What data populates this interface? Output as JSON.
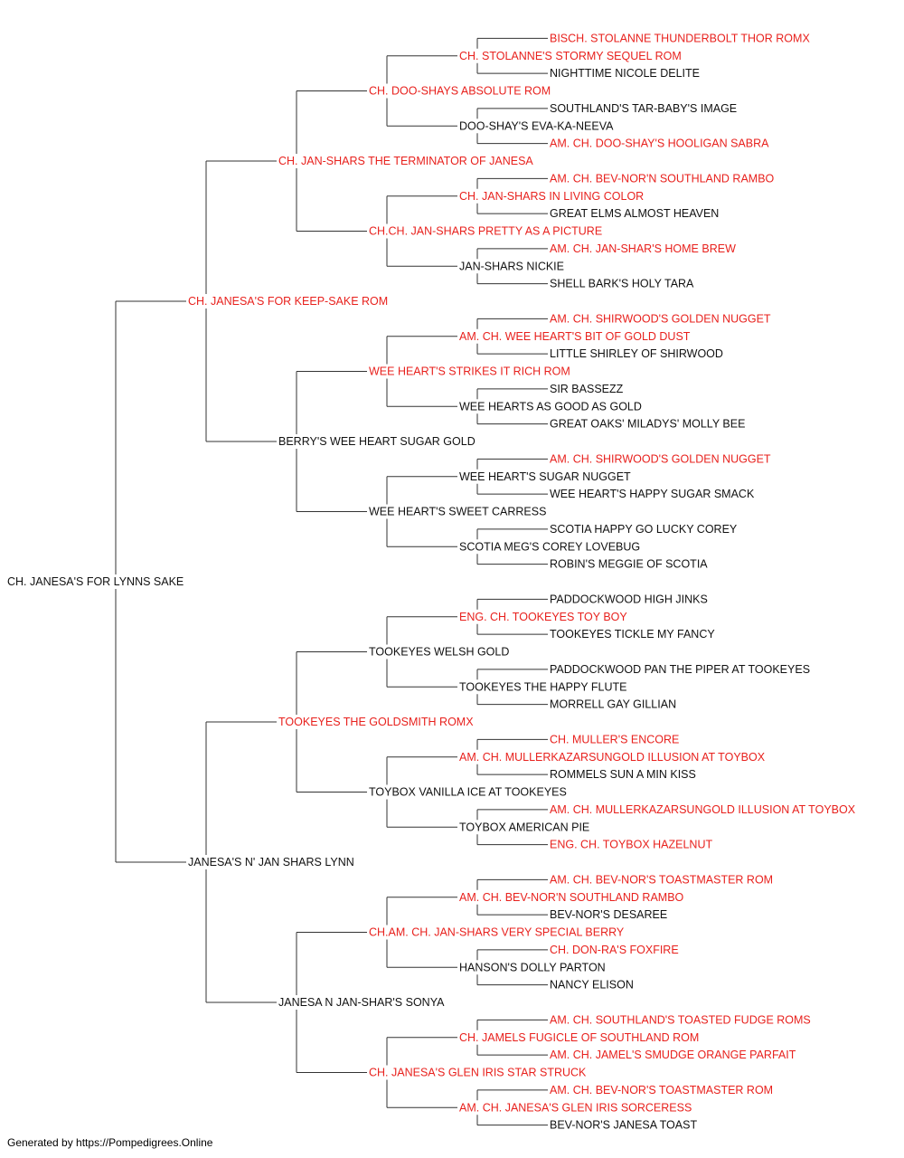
{
  "colors": {
    "champion": "#e8211d",
    "normal": "#111111",
    "line": "#333333"
  },
  "footer": "Generated by https://Pompedigrees.Online",
  "pedigree": {
    "name": "CH. JANESA'S FOR LYNNS SAKE",
    "ch": false,
    "sire": {
      "name": "CH. JANESA'S FOR KEEP-SAKE ROM",
      "ch": true,
      "sire": {
        "name": "CH. JAN-SHARS THE TERMINATOR OF JANESA",
        "ch": true,
        "sire": {
          "name": "CH. DOO-SHAYS ABSOLUTE ROM",
          "ch": true,
          "sire": {
            "name": "CH. STOLANNE'S STORMY SEQUEL ROM",
            "ch": true,
            "sire": {
              "name": "BISCH. STOLANNE THUNDERBOLT THOR ROMX",
              "ch": true
            },
            "dam": {
              "name": "NIGHTTIME NICOLE DELITE",
              "ch": false
            }
          },
          "dam": {
            "name": "DOO-SHAY'S EVA-KA-NEEVA",
            "ch": false,
            "sire": {
              "name": "SOUTHLAND'S TAR-BABY'S IMAGE",
              "ch": false
            },
            "dam": {
              "name": "AM. CH. DOO-SHAY'S HOOLIGAN SABRA",
              "ch": true
            }
          }
        },
        "dam": {
          "name": "CH.CH. JAN-SHARS PRETTY AS A PICTURE",
          "ch": true,
          "sire": {
            "name": "CH. JAN-SHARS IN LIVING COLOR",
            "ch": true,
            "sire": {
              "name": "AM. CH. BEV-NOR'N SOUTHLAND RAMBO",
              "ch": true
            },
            "dam": {
              "name": "GREAT ELMS ALMOST HEAVEN",
              "ch": false
            }
          },
          "dam": {
            "name": "JAN-SHARS NICKIE",
            "ch": false,
            "sire": {
              "name": "AM. CH. JAN-SHAR'S HOME BREW",
              "ch": true
            },
            "dam": {
              "name": "SHELL BARK'S HOLY TARA",
              "ch": false
            }
          }
        }
      },
      "dam": {
        "name": "BERRY'S WEE HEART SUGAR GOLD",
        "ch": false,
        "sire": {
          "name": "WEE HEART'S STRIKES IT RICH ROM",
          "ch": true,
          "sire": {
            "name": "AM. CH. WEE HEART'S BIT OF GOLD DUST",
            "ch": true,
            "sire": {
              "name": "AM. CH. SHIRWOOD'S GOLDEN NUGGET",
              "ch": true
            },
            "dam": {
              "name": "LITTLE SHIRLEY OF SHIRWOOD",
              "ch": false
            }
          },
          "dam": {
            "name": "WEE HEARTS AS GOOD AS GOLD",
            "ch": false,
            "sire": {
              "name": "SIR BASSEZZ",
              "ch": false
            },
            "dam": {
              "name": "GREAT OAKS' MILADYS' MOLLY BEE",
              "ch": false
            }
          }
        },
        "dam": {
          "name": "WEE HEART'S SWEET CARRESS",
          "ch": false,
          "sire": {
            "name": "WEE HEART'S SUGAR NUGGET",
            "ch": false,
            "sire": {
              "name": "AM. CH. SHIRWOOD'S GOLDEN NUGGET",
              "ch": true
            },
            "dam": {
              "name": "WEE HEART'S HAPPY SUGAR SMACK",
              "ch": false
            }
          },
          "dam": {
            "name": "SCOTIA MEG'S COREY LOVEBUG",
            "ch": false,
            "sire": {
              "name": "SCOTIA HAPPY GO LUCKY COREY",
              "ch": false
            },
            "dam": {
              "name": "ROBIN'S MEGGIE OF SCOTIA",
              "ch": false
            }
          }
        }
      }
    },
    "dam": {
      "name": "JANESA'S N' JAN SHARS LYNN",
      "ch": false,
      "sire": {
        "name": "TOOKEYES THE GOLDSMITH ROMX",
        "ch": true,
        "sire": {
          "name": "TOOKEYES WELSH GOLD",
          "ch": false,
          "sire": {
            "name": "ENG. CH. TOOKEYES TOY BOY",
            "ch": true,
            "sire": {
              "name": "PADDOCKWOOD HIGH JINKS",
              "ch": false
            },
            "dam": {
              "name": "TOOKEYES TICKLE MY FANCY",
              "ch": false
            }
          },
          "dam": {
            "name": "TOOKEYES THE HAPPY FLUTE",
            "ch": false,
            "sire": {
              "name": "PADDOCKWOOD PAN THE PIPER AT TOOKEYES",
              "ch": false
            },
            "dam": {
              "name": "MORRELL GAY GILLIAN",
              "ch": false
            }
          }
        },
        "dam": {
          "name": "TOYBOX VANILLA ICE AT TOOKEYES",
          "ch": false,
          "sire": {
            "name": "AM. CH. MULLERKAZARSUNGOLD ILLUSION AT TOYBOX",
            "ch": true,
            "sire": {
              "name": "CH. MULLER'S ENCORE",
              "ch": true
            },
            "dam": {
              "name": "ROMMELS SUN A MIN KISS",
              "ch": false
            }
          },
          "dam": {
            "name": "TOYBOX AMERICAN PIE",
            "ch": false,
            "sire": {
              "name": "AM. CH. MULLERKAZARSUNGOLD ILLUSION AT TOYBOX",
              "ch": true
            },
            "dam": {
              "name": "ENG. CH. TOYBOX HAZELNUT",
              "ch": true
            }
          }
        }
      },
      "dam": {
        "name": "JANESA N JAN-SHAR'S SONYA",
        "ch": false,
        "sire": {
          "name": "CH.AM. CH. JAN-SHARS VERY SPECIAL BERRY",
          "ch": true,
          "sire": {
            "name": "AM. CH. BEV-NOR'N SOUTHLAND RAMBO",
            "ch": true,
            "sire": {
              "name": "AM. CH. BEV-NOR'S TOASTMASTER ROM",
              "ch": true
            },
            "dam": {
              "name": "BEV-NOR'S DESAREE",
              "ch": false
            }
          },
          "dam": {
            "name": "HANSON'S DOLLY PARTON",
            "ch": false,
            "sire": {
              "name": "CH. DON-RA'S FOXFIRE",
              "ch": true
            },
            "dam": {
              "name": "NANCY ELISON",
              "ch": false
            }
          }
        },
        "dam": {
          "name": "CH. JANESA'S GLEN IRIS STAR STRUCK",
          "ch": true,
          "sire": {
            "name": "CH. JAMELS FUGICLE OF SOUTHLAND ROM",
            "ch": true,
            "sire": {
              "name": "AM. CH. SOUTHLAND'S TOASTED FUDGE ROMS",
              "ch": true
            },
            "dam": {
              "name": "AM. CH. JAMEL'S SMUDGE ORANGE PARFAIT",
              "ch": true
            }
          },
          "dam": {
            "name": "AM. CH. JANESA'S GLEN IRIS SORCERESS",
            "ch": true,
            "sire": {
              "name": "AM. CH. BEV-NOR'S TOASTMASTER ROM",
              "ch": true
            },
            "dam": {
              "name": "BEV-NOR'S JANESA TOAST",
              "ch": false
            }
          }
        }
      }
    }
  }
}
